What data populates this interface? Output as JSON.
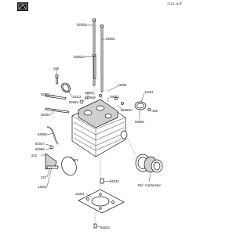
{
  "page_code": "F1111-114F",
  "logo_text": "KAWASAKI",
  "parts": {
    "p92002a_top": "92002",
    "p92002_right": "92002",
    "p92002a_left": "92002A",
    "p186": "186",
    "p11099": "11099",
    "p92004": "92004",
    "p92055": "92055",
    "p11012": "11012",
    "p49002": "49002",
    "p92055a": "92055A",
    "p48002": "48002",
    "p92055a_r": "92055A",
    "p11012_r": "11012",
    "p166": "166",
    "p92004_b": "92004",
    "p92055_r": "92055",
    "p92059": "92059",
    "p92037": "92037",
    "p92066": "92066",
    "p871": "871",
    "p222": "222",
    "p14024": "14024",
    "p92043": "92043",
    "p11004": "11004",
    "p92043_b": "92043",
    "ref_carburetor": "Ref. Carburetor"
  }
}
